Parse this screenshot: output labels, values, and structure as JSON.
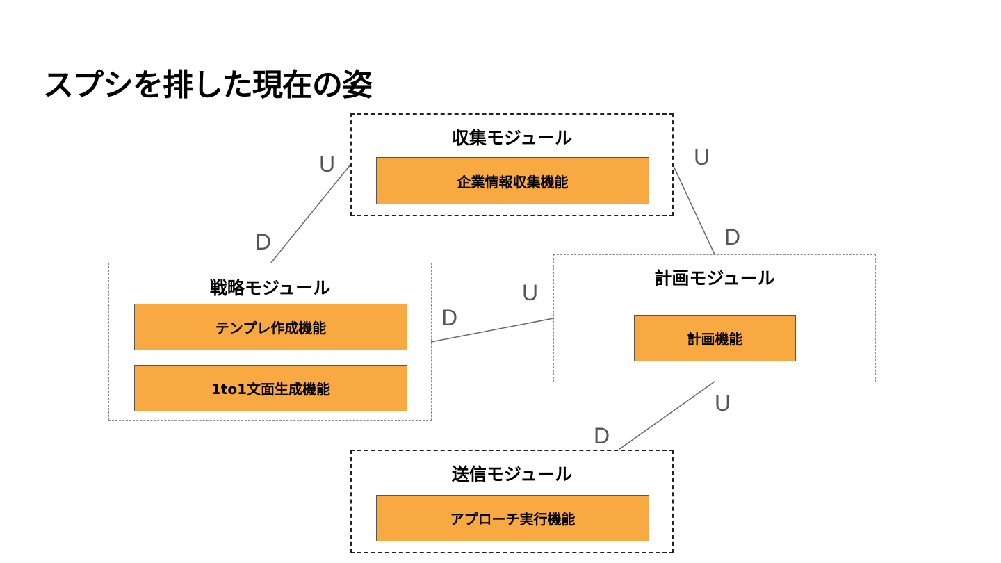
{
  "title": "スプシを排した現在の姿",
  "modules": {
    "collection": {
      "title": "収集モジュール",
      "functions": [
        "企業情報収集機能"
      ]
    },
    "strategy": {
      "title": "戦略モジュール",
      "functions": [
        "テンプレ作成機能",
        "1to1文面生成機能"
      ]
    },
    "planning": {
      "title": "計画モジュール",
      "functions": [
        "計画機能"
      ]
    },
    "sending": {
      "title": "送信モジュール",
      "functions": [
        "アプローチ実行機能"
      ]
    }
  },
  "relations": {
    "collection_strategy": {
      "upstream": "U",
      "downstream": "D"
    },
    "collection_planning": {
      "upstream": "U",
      "downstream": "D"
    },
    "planning_strategy": {
      "upstream": "U",
      "downstream": "D"
    },
    "planning_sending": {
      "upstream": "U",
      "downstream": "D"
    }
  },
  "colors": {
    "function_fill": "#f8a941",
    "connector": "#666666",
    "label": "#555555"
  }
}
